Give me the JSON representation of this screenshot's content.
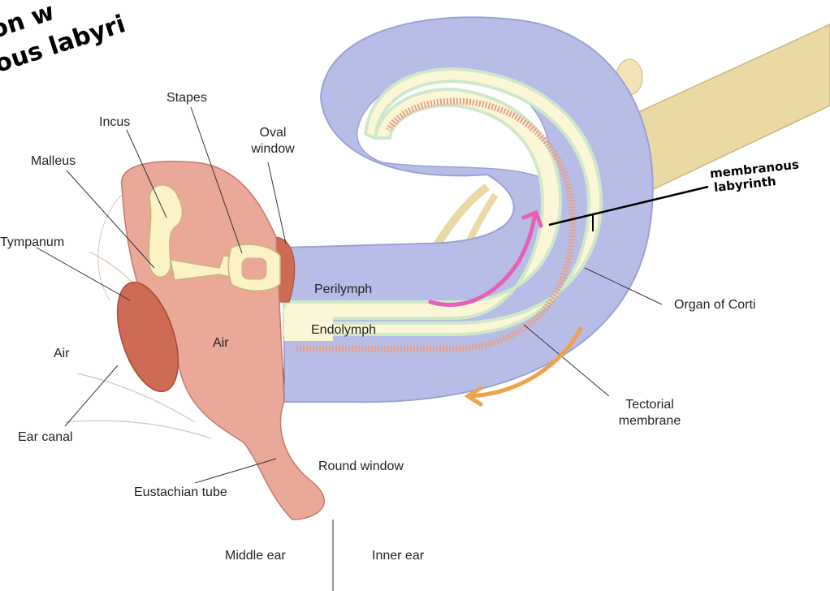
{
  "labels": {
    "stapes": "Stapes",
    "incus": "Incus",
    "oval_window_1": "Oval",
    "oval_window_2": "window",
    "malleus": "Malleus",
    "tympanum": "Tympanum",
    "air_outer": "Air",
    "air_middle": "Air",
    "ear_canal": "Ear canal",
    "perilymph": "Perilymph",
    "endolymph": "Endolymph",
    "organ_of_corti": "Organ of Corti",
    "tectorial_1": "Tectorial",
    "tectorial_2": "membrane",
    "round_window": "Round window",
    "eustachian_tube": "Eustachian tube",
    "middle_ear": "Middle ear",
    "inner_ear": "Inner ear"
  },
  "annotations": {
    "membranous_1": "membranous",
    "membranous_2": "labyrinth",
    "top_left_1": "on w",
    "top_left_2": "ous labyri"
  },
  "colors": {
    "cochlea": "#b7bde6",
    "cochlea_edge": "#9aa2d6",
    "scala_media": "#fbf7d6",
    "membrane_green": "#cfe8c9",
    "basilar_stripe": "#e8a08a",
    "middle_ear": "#e9a898",
    "middle_ear_edge": "#c9786a",
    "tympanum": "#cf6a55",
    "ossicles": "#fbf3c6",
    "nerve": "#ead9a3",
    "pink_arrow": "#e75fb6",
    "orange_arrow": "#eea24a"
  }
}
